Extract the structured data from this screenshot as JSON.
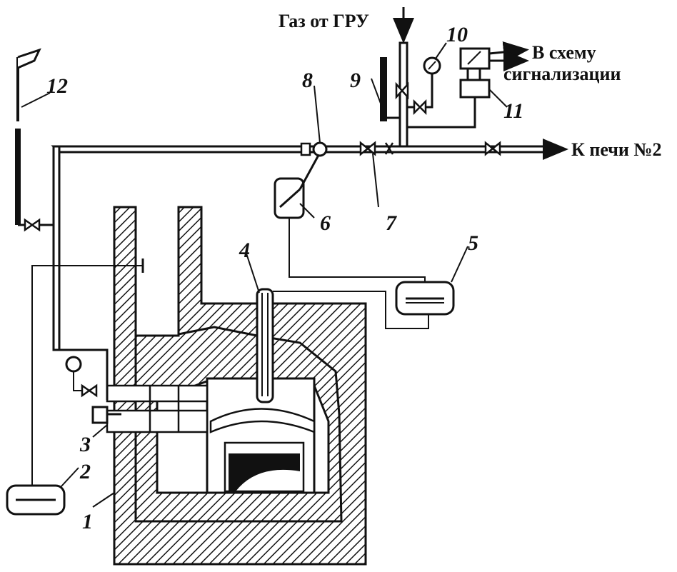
{
  "labels": {
    "gas_source": "Газ от ГРУ",
    "alarm_line1": "В схему",
    "alarm_line2": "сигнализации",
    "to_furnace": "К печи №2"
  },
  "numbers": [
    "1",
    "2",
    "3",
    "4",
    "5",
    "6",
    "7",
    "8",
    "9",
    "10",
    "11",
    "12"
  ]
}
